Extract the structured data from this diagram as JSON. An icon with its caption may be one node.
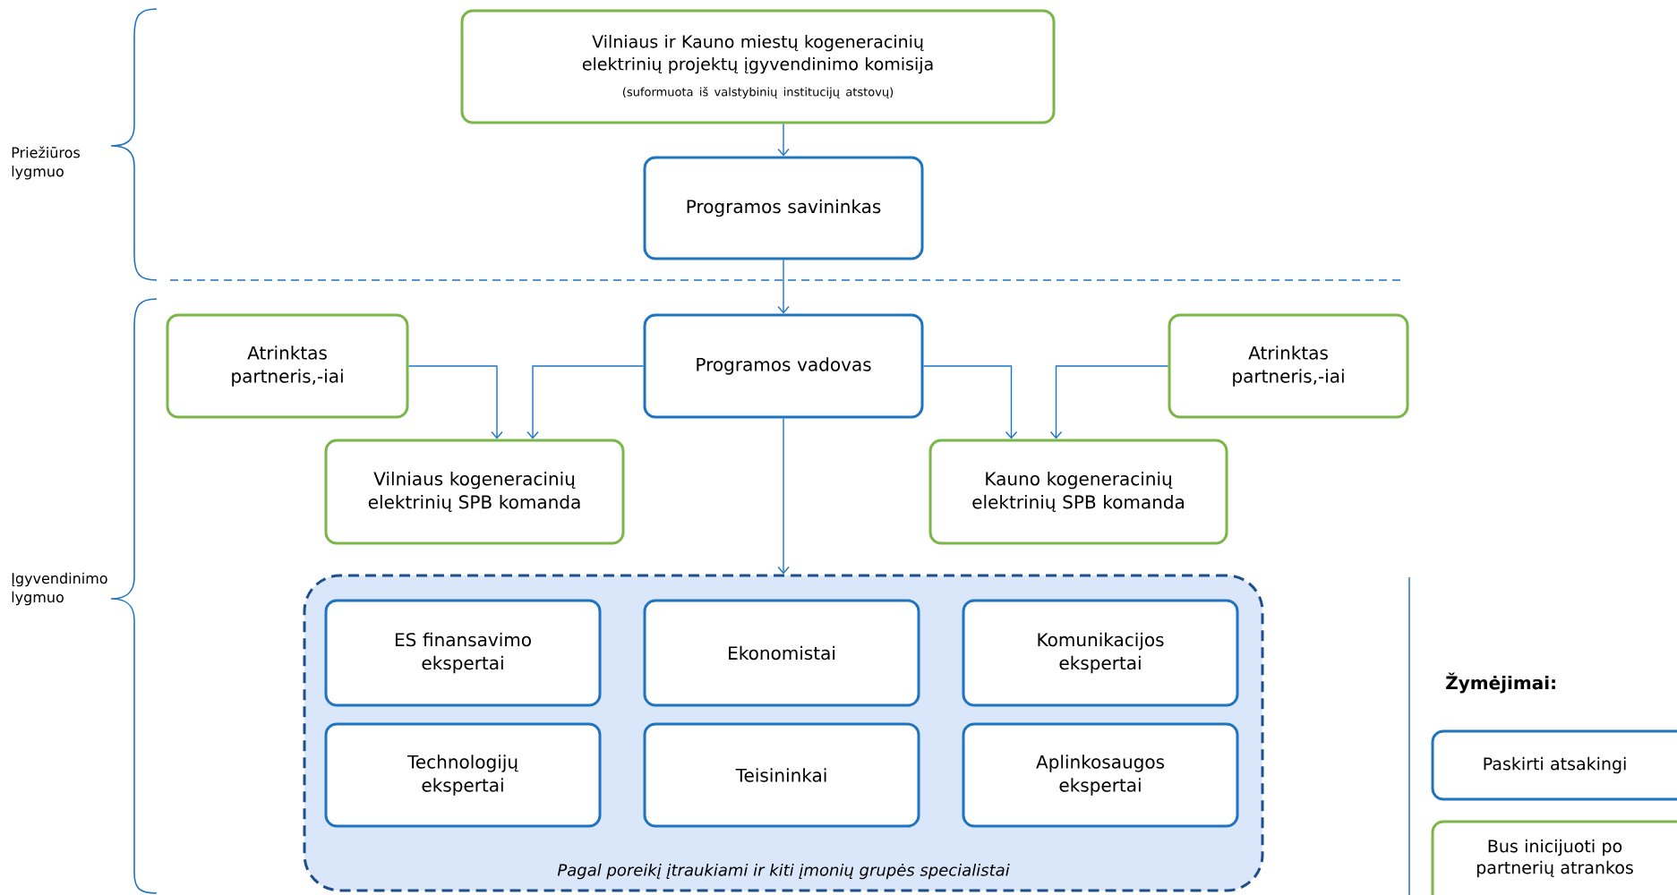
{
  "diagram": {
    "nodes": [
      {
        "text": [
          "Vilniaus ir Kauno miestų kogeneracinių elektrinių projektų įgyvendinimo komisija",
          "(suformuota iš valstybinių institucijų atstovų)"
        ]
      },
      {
        "text": [
          "Programos savininkas"
        ]
      },
      {
        "text": [
          "Atrinktas partneris,-iai"
        ]
      },
      {
        "text": [
          "Programos vadovas"
        ]
      },
      {
        "text": [
          "Atrinktas partneris,-iai"
        ]
      },
      {
        "text": [
          "Vilniaus kogeneracinių elektrinių SPB komanda"
        ]
      },
      {
        "text": [
          "Kauno kogeneracinių elektrinių SPB komanda"
        ]
      },
      {
        "text": [
          "Pagal poreikį įtraukiami ir kiti įmonių grupės specialistai"
        ]
      },
      {
        "text": [
          "ES finansavimo ekspertai"
        ],
        "in": 7
      },
      {
        "text": [
          "Ekonomistai"
        ],
        "in": 7
      },
      {
        "text": [
          "Komunikacijos ekspertai"
        ],
        "in": 7
      },
      {
        "text": [
          "Technologijų ekspertai"
        ],
        "in": 7
      },
      {
        "text": [
          "Teisininkai"
        ],
        "in": 7
      },
      {
        "text": [
          "Aplinkosaugos ekspertai"
        ],
        "in": 7
      }
    ],
    "edges": [
      {
        "from": 0,
        "to": 1,
        "arrow": "to"
      },
      {
        "from": 1,
        "to": 3,
        "arrow": "to"
      },
      {
        "from": 2,
        "to": 5,
        "arrow": "to"
      },
      {
        "from": 3,
        "to": 5,
        "arrow": "to"
      },
      {
        "from": 3,
        "to": 6,
        "arrow": "to"
      },
      {
        "from": 4,
        "to": 6,
        "arrow": "to"
      },
      {
        "from": 3,
        "to": 7,
        "arrow": "to"
      }
    ],
    "labels": [
      "Priežiūros lygmuo",
      "Įgyvendinimo lygmuo",
      "Žymėjimai:"
    ],
    "legend": [
      {
        "text": "Paskirti atsakingi"
      },
      {
        "text": "Bus inicijuoti po partnerių atrankos"
      }
    ]
  }
}
